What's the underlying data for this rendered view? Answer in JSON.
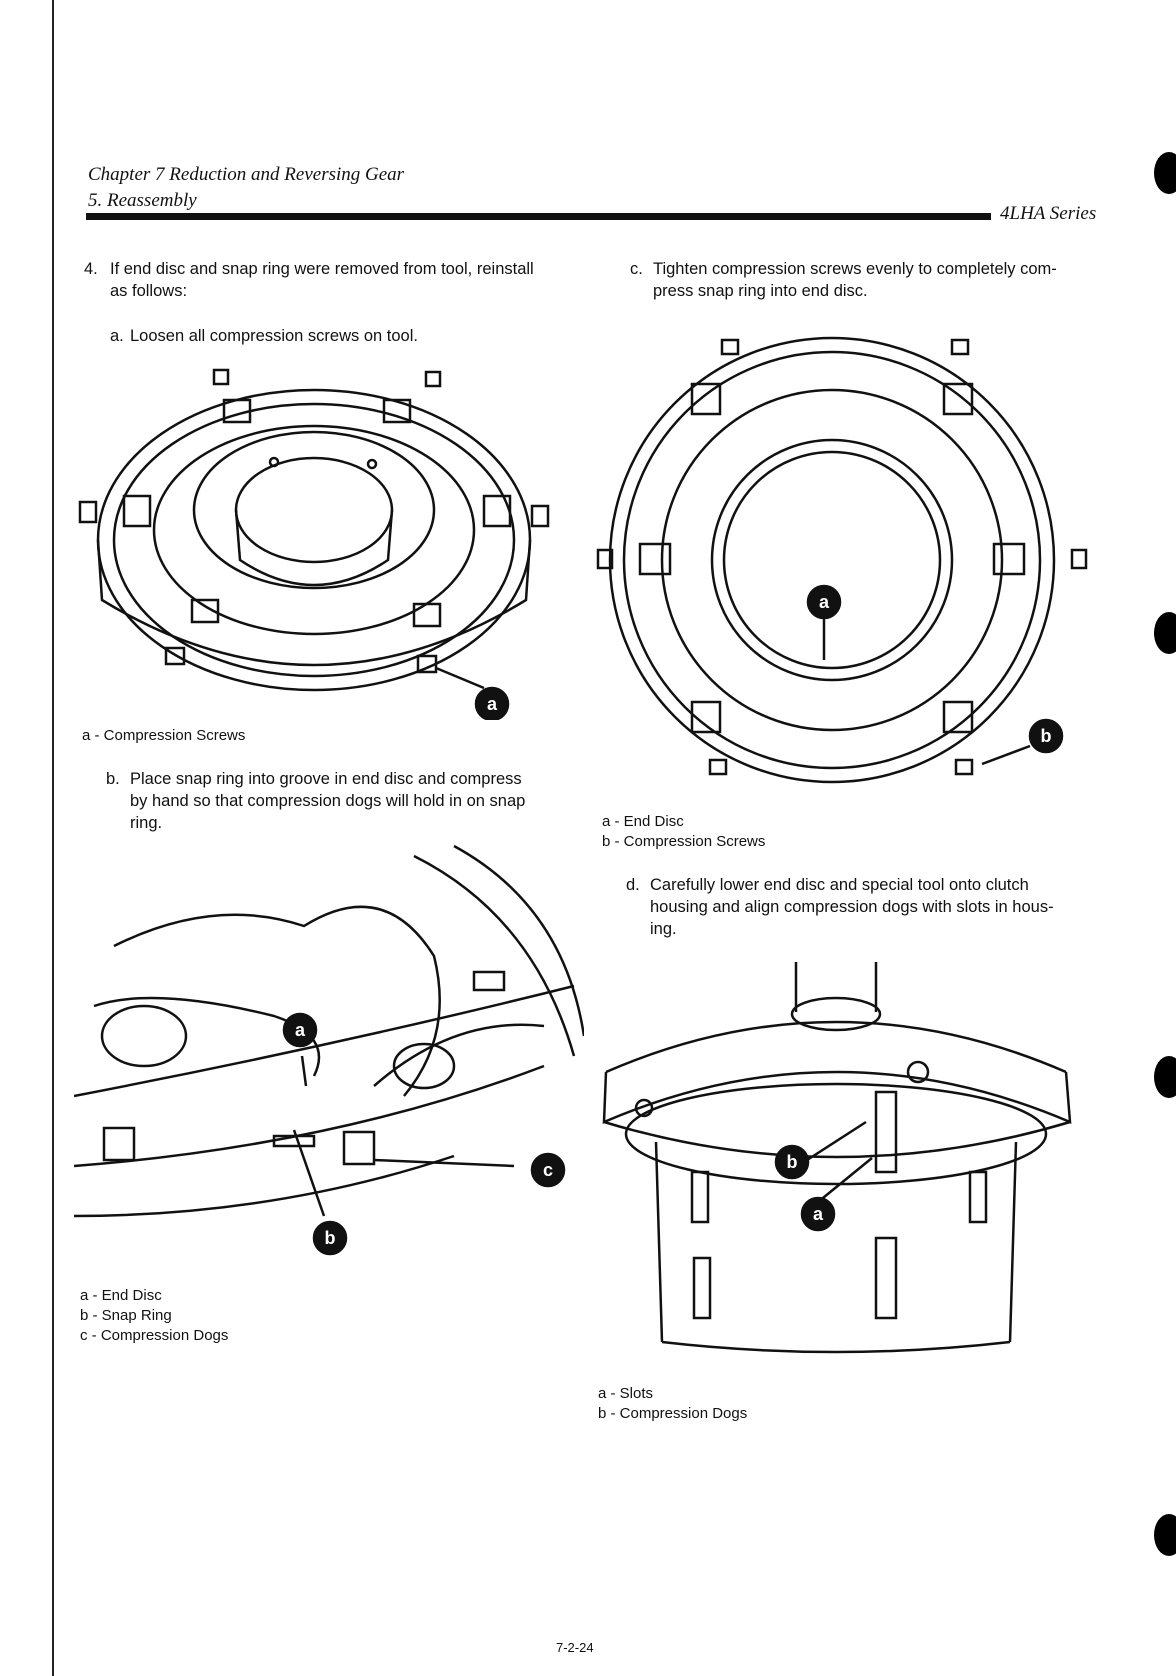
{
  "header": {
    "chapter": "Chapter 7 Reduction and Reversing Gear",
    "section": "5. Reassembly",
    "series": "4LHA Series"
  },
  "steps": {
    "step4_num": "4.",
    "step4_line1": "If end disc and snap ring were removed from tool, reinstall",
    "step4_line2": "as follows:",
    "a_num": "a.",
    "a_text": "Loosen all compression screws on tool.",
    "b_num": "b.",
    "b_line1": "Place snap ring into groove in end disc and compress",
    "b_line2": "by hand so that compression dogs will hold in on snap",
    "b_line3": "ring.",
    "c_num": "c.",
    "c_line1": "Tighten compression screws evenly to completely com-",
    "c_line2": "press snap ring into end disc.",
    "d_num": "d.",
    "d_line1": "Carefully lower end disc and special tool onto clutch",
    "d_line2": "housing and align compression dogs with slots in hous-",
    "d_line3": "ing."
  },
  "figures": {
    "fig1_caption": [
      "a - Compression Screws"
    ],
    "fig2_caption": [
      "a - End Disc",
      "b - Snap Ring",
      "c - Compression Dogs"
    ],
    "fig3_caption": [
      "a - End Disc",
      "b - Compression Screws"
    ],
    "fig4_caption": [
      "a - Slots",
      "b - Compression Dogs"
    ],
    "callouts": {
      "a": "a",
      "b": "b",
      "c": "c"
    }
  },
  "page_number": "7-2-24"
}
